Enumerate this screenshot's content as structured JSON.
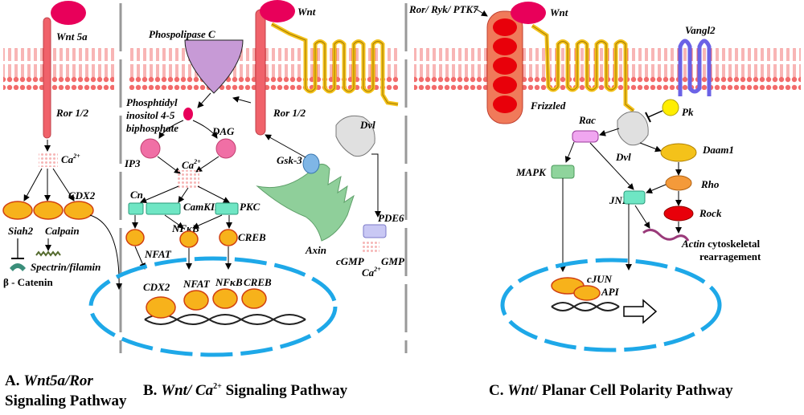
{
  "panel_a": {
    "wnt": "Wnt 5a",
    "ror": "Ror 1/2",
    "ca": "Ca",
    "ca_sup": "2+",
    "cdx2": "CDX2",
    "siah2": "Siah2",
    "calpain": "Calpain",
    "spectrin": "Spectrin/filamin",
    "catenin": "β - Catenin",
    "caption_prefix": "A. ",
    "caption_italic": "Wnt5a/Ror",
    "caption_line2": "Signaling Pathway"
  },
  "panel_b": {
    "plc": "Phospolipase C",
    "wnt": "Wnt",
    "pip_1": "Phosphtidyl",
    "pip_2": "inositol 4-5",
    "pip_3": "biphosphate",
    "dag": "DAG",
    "ip3": "IP3",
    "ca": "Ca",
    "ca_sup": "2+",
    "ror": "Ror 1/2",
    "dvl": "Dvl",
    "gsk3": "Gsk-3",
    "cn": "Cn",
    "camkii": "CamKII",
    "pkc": "PKC",
    "nfat": "NFAT",
    "nfkb": "NFκB",
    "creb": "CREB",
    "axin": "Axin",
    "pde6": "PDE6",
    "cgmp_left": "cGMP",
    "cgmp_right": "GMP",
    "ca2": "Ca",
    "ca2_sup": "2+",
    "nuc_cdx2": "CDX2",
    "nuc_nfat": "NFAT",
    "nuc_nfkb": "NFκB",
    "nuc_creb": "CREB",
    "caption_prefix": "B. ",
    "caption_italic": "Wnt/ Ca",
    "caption_sup": "2+",
    "caption_rest": " Signaling Pathway"
  },
  "panel_c": {
    "receptors": "Ror/ Ryk/ PTK7",
    "wnt": "Wnt",
    "vangl2": "Vangl2",
    "frizzled": "Frizzled",
    "pk": "Pk",
    "rac": "Rac",
    "dvl": "Dvl",
    "daam1": "Daam1",
    "mapk": "MAPK",
    "jnk": "JNK",
    "rho": "Rho",
    "rock": "Rock",
    "actin_italic": "Actin",
    "actin_rest": " cytoskeletal",
    "actin_line2": "rearragement",
    "cjun": "cJUN",
    "api": "API",
    "caption_prefix": "C. ",
    "caption_italic": "Wnt",
    "caption_rest": "/ Planar Cell Polarity Pathway"
  },
  "colors": {
    "membrane": "#f26b6b",
    "receptor": "#f0626a",
    "wnt": "#e8005a",
    "frizzled": "#f4c21a",
    "plc": "#c79ad6",
    "nucleus": "#1ea8e8",
    "oval_protein": "#f7b21b",
    "teal_box": "#6fe6c4",
    "axin": "#8fcf9a",
    "vangl": "#6b62e6"
  }
}
